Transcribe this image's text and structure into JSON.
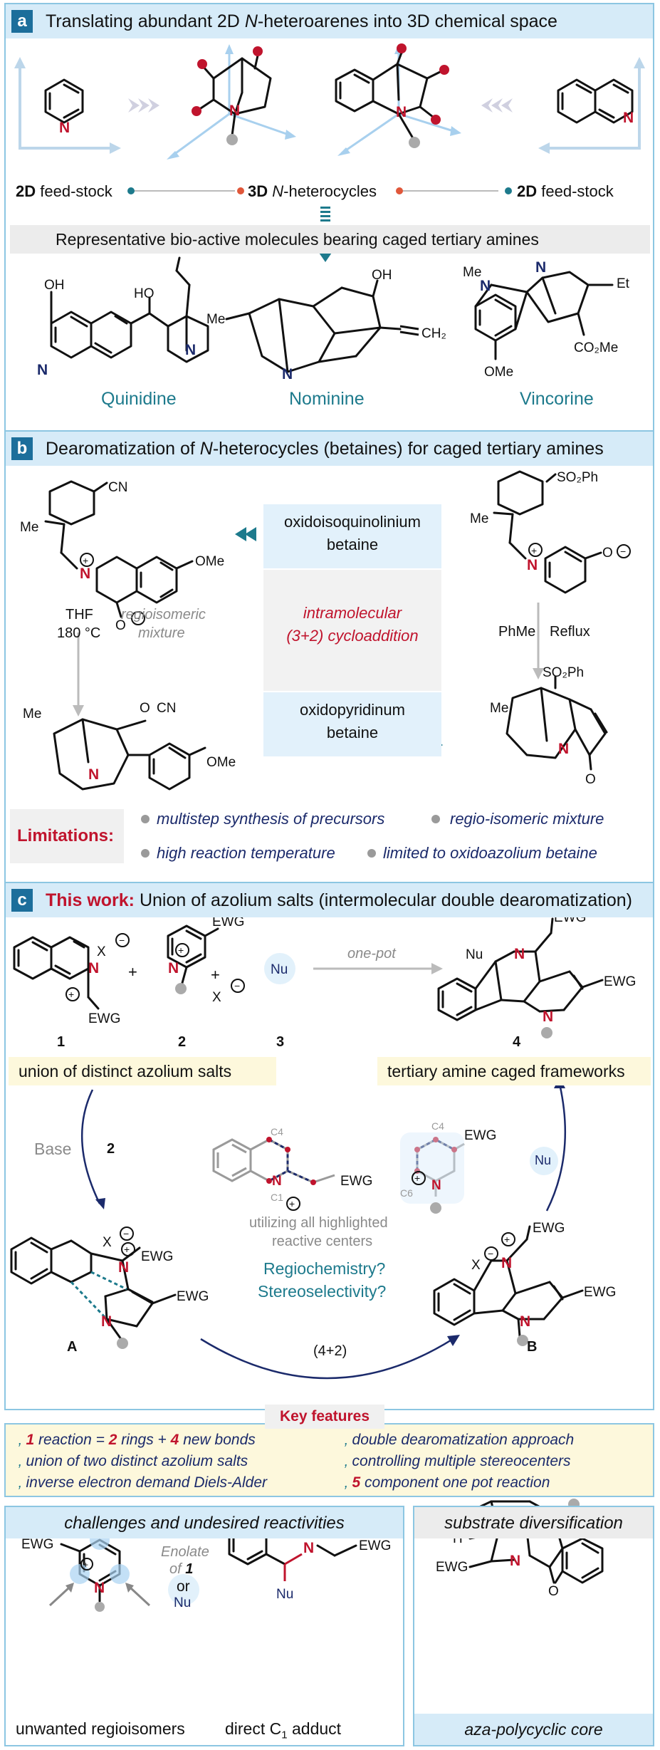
{
  "colors": {
    "header_bg": "#d6ebf8",
    "badge_bg": "#1c6e9b",
    "border": "#8cc6e2",
    "teal": "#1d7a8c",
    "red": "#c0142d",
    "navy": "#1b2a6b",
    "cream": "#fdf8dc",
    "light_blue_box": "#e2f1fb",
    "gray_band": "#ececec"
  },
  "panel_a": {
    "letter": "a",
    "title": "Translating abundant 2D N-heteroarenes into 3D chemical space",
    "left_label_bold": "2D",
    "left_label_rest": "feed-stock",
    "center_label_bold": "3D",
    "center_label_rest": "N-heterocycles",
    "right_label_bold": "2D",
    "right_label_rest": "feed-stock",
    "band_text": "Representative bio-active molecules bearing caged tertiary amines",
    "molecules": [
      {
        "name": "Quinidine"
      },
      {
        "name": "Nominine"
      },
      {
        "name": "Vincorine"
      }
    ],
    "atoms": {
      "N": "N",
      "OH": "OH",
      "HO": "HO",
      "Me": "Me",
      "CH2": "=CH2",
      "CO2Me": "CO2Me",
      "OMe": "OMe",
      "Et": "Et"
    }
  },
  "panel_b": {
    "letter": "b",
    "title": "Dearomatization of N-heterocycles (betaines) for caged tertiary amines",
    "box_top": "oxidoisoquinolinium\nbetaine",
    "box_top_l1": "oxidoisoquinolinium",
    "box_top_l2": "betaine",
    "center_l1": "intramolecular",
    "center_l2": "(3+2) cycloaddition",
    "box_bottom_l1": "oxidopyridinum",
    "box_bottom_l2": "betaine",
    "left_conditions_l1": "THF",
    "left_conditions_l2": "180 °C",
    "left_note_l1": "regioisomeric",
    "left_note_l2": "mixture",
    "right_conditions_a": "PhMe",
    "right_conditions_b": "Reflux",
    "limitations_label": "Limitations:",
    "limitations": [
      "multistep synthesis of precursors",
      "regio-isomeric mixture",
      "high reaction temperature",
      "limited to oxidoazolium betaine"
    ],
    "atoms": {
      "CN": "CN",
      "OMe": "OMe",
      "SO2Ph": "SO2Ph",
      "Me": "Me",
      "N": "N",
      "O": "O"
    }
  },
  "panel_c": {
    "letter": "c",
    "title_bold": "This work:",
    "title_rest": "Union of azolium salts (intermolecular double dearomatization)",
    "one_pot": "one-pot",
    "compound_numbers": [
      "1",
      "2",
      "3",
      "4"
    ],
    "left_yellow": "union of distinct azolium salts",
    "right_yellow": "tertiary amine caged frameworks",
    "base_label": "Base",
    "reagent_two": "2",
    "nu_label": "Nu",
    "center_note_l1": "utilizing all highlighted",
    "center_note_l2": "reactive centers",
    "question_1": "Regiochemistry?",
    "question_2": "Stereoselectivity?",
    "intermediate_a": "A",
    "intermediate_b": "B",
    "step_label": "(4+2)",
    "atoms": {
      "EWG": "EWG",
      "X": "X",
      "N": "N",
      "Nu": "Nu",
      "C1": "C1",
      "C4": "C4",
      "C6": "C6"
    }
  },
  "key_features": {
    "title": "Key features",
    "items": [
      {
        "num": "1",
        "text": " reaction = ",
        "num2": "2",
        "text2": " rings + ",
        "num3": "4",
        "text3": " new bonds"
      },
      {
        "text": "double dearomatization approach"
      },
      {
        "text": "union of two distinct azolium salts"
      },
      {
        "text": "controlling multiple stereocenters"
      },
      {
        "text": "inverse electron demand Diels-Alder"
      },
      {
        "num": "5",
        "text": " component one pot reaction"
      }
    ]
  },
  "bottom_left": {
    "title": "challenges and undesired reactivities",
    "enolate_l1": "Enolate",
    "enolate_l2": "of 1",
    "or": "or",
    "nu": "Nu",
    "caption_1": "unwanted regioisomers",
    "caption_2": "direct C1 adduct"
  },
  "bottom_right": {
    "title": "substrate diversification",
    "caption": "aza-polycyclic core"
  }
}
